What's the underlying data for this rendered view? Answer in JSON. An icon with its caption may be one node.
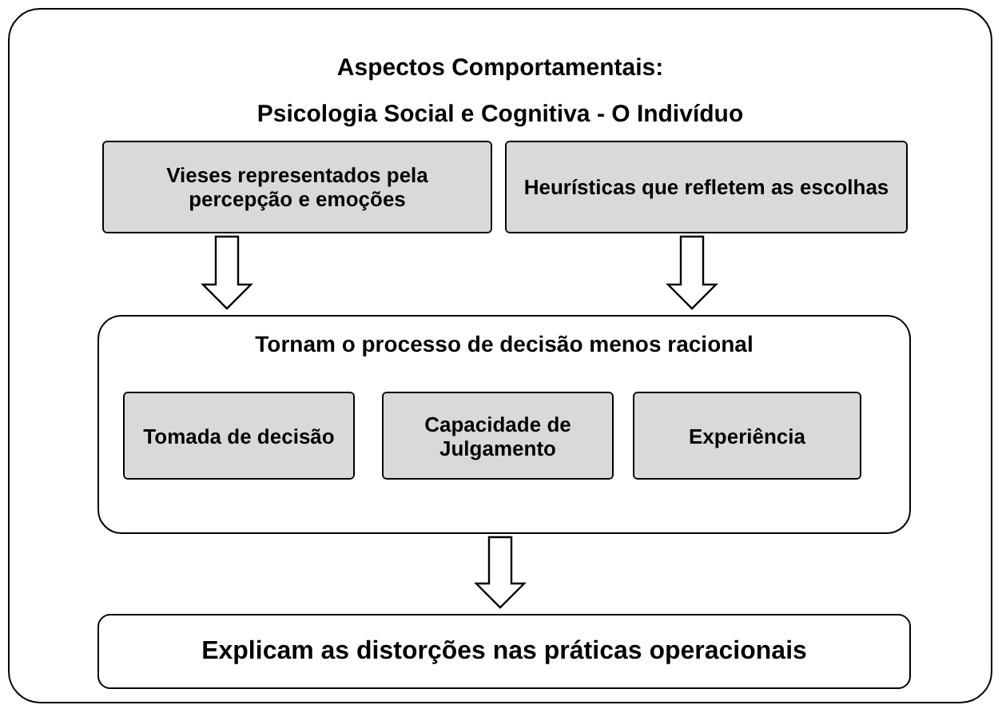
{
  "diagram": {
    "nodes": [
      {
        "text": [
          "Aspectos Comportamentais:",
          "Psicologia Social e Cognitiva - O Indivíduo"
        ]
      },
      {
        "text": [
          "Vieses representados pela percepção e emoções"
        ],
        "in": 0
      },
      {
        "text": [
          "Heurísticas que refletem as escolhas"
        ],
        "in": 0
      },
      {
        "text": [
          "Tornam o processo de decisão menos racional"
        ],
        "in": 0
      },
      {
        "text": [
          "Tomada de decisão"
        ],
        "in": 3
      },
      {
        "text": [
          "Capacidade de Julgamento"
        ],
        "in": 3
      },
      {
        "text": [
          "Experiência"
        ],
        "in": 3
      },
      {
        "text": [
          "Explicam as distorções nas práticas operacionais"
        ],
        "in": 0
      }
    ],
    "edges": [
      {
        "from": 1,
        "to": 3,
        "arrow": "to"
      },
      {
        "from": 2,
        "to": 3,
        "arrow": "to"
      },
      {
        "from": 3,
        "to": 7,
        "arrow": "to"
      }
    ]
  }
}
